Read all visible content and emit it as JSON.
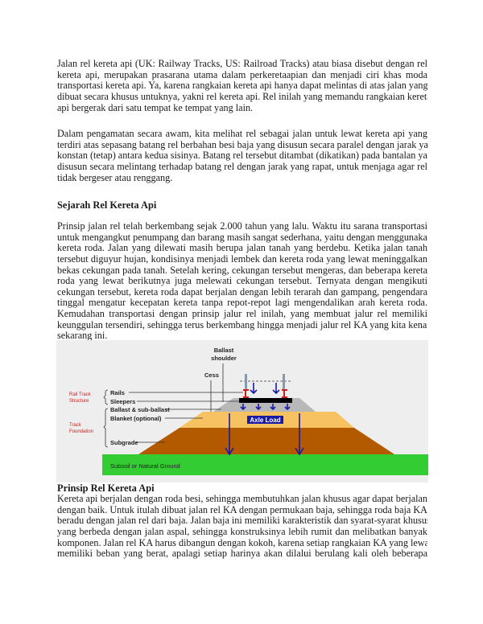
{
  "paragraphs": [
    {
      "lines": [
        "Jalan rel kereta api (UK: Railway Tracks, US: Railroad Tracks) atau biasa disebut dengan rel",
        "kereta api, merupakan prasarana utama dalam perkeretaapian dan menjadi ciri khas moda",
        "transportasi kereta api. Ya, karena rangkaian kereta api hanya dapat melintas di atas jalan yang",
        "dibuat secara khusus untuknya, yakni rel kereta api. Rel inilah yang memandu rangkaian kereta",
        "api bergerak dari satu tempat ke tempat yang lain."
      ]
    },
    {
      "lines": [
        "Dalam pengamatan secara awam, kita melihat rel sebagai jalan untuk lewat kereta api yang",
        "terdiri atas sepasang batang rel berbahan besi baja yang disusun secara paralel dengan jarak yang",
        "konstan (tetap) antara kedua sisinya. Batang rel tersebut ditambat (dikatikan) pada bantalan yang",
        "disusun secara melintang terhadap batang rel dengan jarak yang rapat, untuk menjaga agar rel",
        "tidak bergeser atau renggang."
      ]
    },
    {
      "lines": [
        "Prinsip jalan rel telah berkembang sejak 2.000 tahun yang lalu. Waktu itu sarana transportasi",
        "untuk mengangkut penumpang dan barang masih sangat sederhana, yaitu dengan menggunakan",
        "kereta roda. Jalan yang dilewati masih berupa jalan tanah yang berdebu. Ketika jalan tanah",
        "tersebut diguyur hujan, kondisinya menjadi lembek dan kereta roda yang lewat meninggalkan",
        "bekas cekungan pada tanah. Setelah kering, cekungan tersebut mengeras, dan beberapa kereta",
        "roda yang lewat berikutnya juga melewati cekungan tersebut. Ternyata dengan mengikuti",
        "cekungan tersebut, kereta roda dapat berjalan dengan lebih terarah dan gampang, pengendara",
        "tinggal mengatur kecepatan kereta tanpa repot-repot lagi mengendalikan arah kereta roda.",
        "Kemudahan transportasi dengan prinsip jalur rel inilah, yang membuat jalur rel memiliki",
        "keunggulan tersendiri, sehingga terus berkembang hingga menjadi jalur rel KA yang kita kenal",
        "sekarang ini."
      ]
    },
    {
      "lines": [
        "Kereta api berjalan dengan roda besi, sehingga membutuhkan jalan khusus agar dapat berjalan",
        "dengan baik. Untuk itulah dibuat jalan rel KA dengan permukaan baja, sehingga roda baja KA",
        "beradu dengan jalan rel dari baja. Jalan baja ini memiliki karakteristik dan syarat-syarat khusus",
        "yang berbeda dengan jalan aspal, sehingga konstruksinya lebih rumit dan melibatkan banyak",
        "komponen. Jalan rel KA harus dibangun dengan kokoh, karena setiap rangkaian KA yang lewat",
        "memiliki beban yang berat, apalagi setiap harinya akan dilalui berulang kali oleh beberapa"
      ]
    }
  ],
  "headings": {
    "sejarah": "Sejarah Rel Kereta Api",
    "prinsip": "Prinsip Rel Kereta Api"
  },
  "figure": {
    "ballast_shoulder": [
      "Ballast",
      "shoulder"
    ],
    "cess": "Cess",
    "rail_track_structure": [
      "Rail Track",
      "Structure"
    ],
    "track_foundation": [
      "Track",
      "Foundation"
    ],
    "rails": "Rails",
    "sleepers": "Sleepers",
    "ballast": "Ballast & sub-ballast",
    "blanket": "Blanket (optional)",
    "subgrade": "Subgrade",
    "subsoil": "Subsoil or Natural Ground",
    "axle_load": "Axle Load",
    "colors": {
      "background": "#eeeeee",
      "ground": "#33cc33",
      "subgrade": "#b35a00",
      "blanket": "#f7c261",
      "ballast": "#b8b8b8",
      "sleeper": "#000000",
      "rail": "#cc1f1f",
      "arrow": "#1a1aa6",
      "label_red": "#cc2222"
    }
  }
}
